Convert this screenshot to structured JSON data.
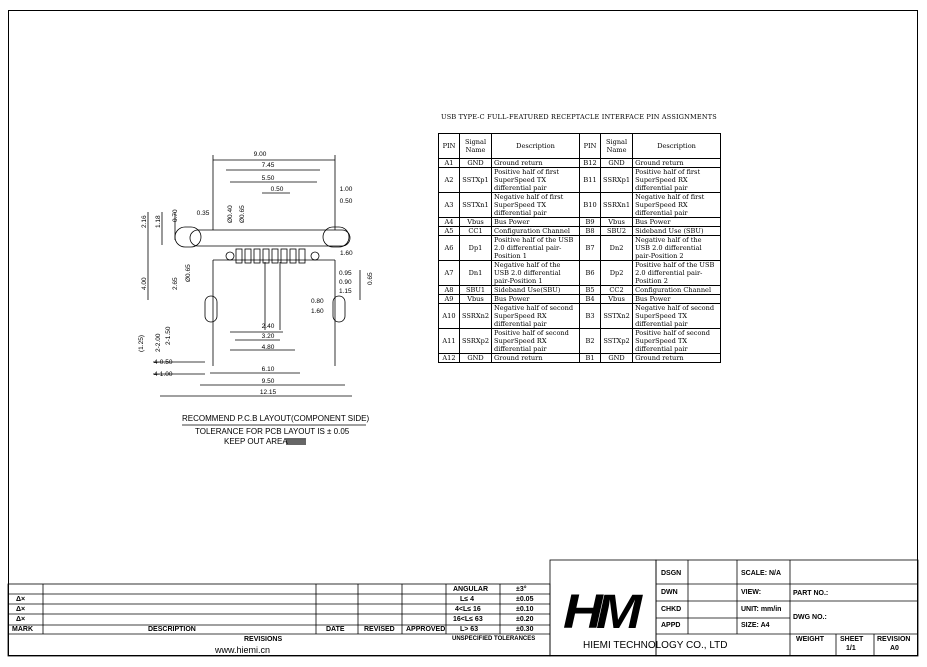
{
  "pin_table": {
    "title": "USB TYPE-C FULL-FEATURED RECEPTACLE INTERFACE PIN ASSIGNMENTS",
    "headers": [
      "PIN",
      "Signal Name",
      "Description",
      "PIN",
      "Signal Name",
      "Description"
    ],
    "rows": [
      {
        "pin_a": "A1",
        "sig_a": "GND",
        "desc_a": "Ground return",
        "pin_b": "B12",
        "sig_b": "GND",
        "desc_b": "Ground return"
      },
      {
        "pin_a": "A2",
        "sig_a": "SSTXp1",
        "desc_a": "Positive half of first SuperSpeed TX differential pair",
        "pin_b": "B11",
        "sig_b": "SSRXp1",
        "desc_b": "Positive half of first SuperSpeed RX differential pair"
      },
      {
        "pin_a": "A3",
        "sig_a": "SSTXn1",
        "desc_a": "Negative half of first SuperSpeed TX differential pair",
        "pin_b": "B10",
        "sig_b": "SSRXn1",
        "desc_b": "Negative half of first SuperSpeed RX differential pair"
      },
      {
        "pin_a": "A4",
        "sig_a": "Vbus",
        "desc_a": "Bus Power",
        "pin_b": "B9",
        "sig_b": "Vbus",
        "desc_b": "Bus Power"
      },
      {
        "pin_a": "A5",
        "sig_a": "CC1",
        "desc_a": "Configuration Channel",
        "pin_b": "B8",
        "sig_b": "SBU2",
        "desc_b": "Sideband Use (SBU)"
      },
      {
        "pin_a": "A6",
        "sig_a": "Dp1",
        "desc_a": "Positive half of the USB 2.0 differential pair-Position 1",
        "pin_b": "B7",
        "sig_b": "Dn2",
        "desc_b": "Negative half of the USB 2.0 differential pair-Position 2"
      },
      {
        "pin_a": "A7",
        "sig_a": "Dn1",
        "desc_a": "Negative half of the USB 2.0 differential pair-Position 1",
        "pin_b": "B6",
        "sig_b": "Dp2",
        "desc_b": "Positive half of the USB 2.0 differential pair-Position 2"
      },
      {
        "pin_a": "A8",
        "sig_a": "SBU1",
        "desc_a": "Sideband Use(SBU)",
        "pin_b": "B5",
        "sig_b": "CC2",
        "desc_b": "Configuration Channel"
      },
      {
        "pin_a": "A9",
        "sig_a": "Vbus",
        "desc_a": "Bus Power",
        "pin_b": "B4",
        "sig_b": "Vbus",
        "desc_b": "Bus Power"
      },
      {
        "pin_a": "A10",
        "sig_a": "SSRXn2",
        "desc_a": "Negative half of second SuperSpeed RX differential pair",
        "pin_b": "B3",
        "sig_b": "SSTXn2",
        "desc_b": "Negative half of second SuperSpeed TX differential pair"
      },
      {
        "pin_a": "A11",
        "sig_a": "SSRXp2",
        "desc_a": "Positive half of second SuperSpeed RX differential pair",
        "pin_b": "B2",
        "sig_b": "SSTXp2",
        "desc_b": "Positive half of second SuperSpeed TX differential pair"
      },
      {
        "pin_a": "A12",
        "sig_a": "GND",
        "desc_a": "Ground return",
        "pin_b": "B1",
        "sig_b": "GND",
        "desc_b": "Ground return"
      }
    ]
  },
  "dimensions": {
    "top": [
      "9.00",
      "7.45",
      "5.50",
      "0.50",
      "1.00",
      "0.50",
      "0.35",
      "Ø0.40",
      "Ø0.65"
    ],
    "left": [
      "2.16",
      "1.18",
      "0.70",
      "4.00",
      "Ø0.65",
      "2.65",
      "(1.25)",
      "2-2.00",
      "2-1.50",
      "4-0.50",
      "4-1.00"
    ],
    "right": [
      "1.60",
      "0.95",
      "0.90",
      "1.15",
      "0.80",
      "1.60",
      "0.65"
    ],
    "bottom": [
      "2.40",
      "3.20",
      "4.80",
      "6.10",
      "9.50",
      "12.15"
    ]
  },
  "notes": {
    "layout_title": "RECOMMEND P.C.B LAYOUT(COMPONENT SIDE)",
    "tolerance": "TOLERANCE FOR PCB LAYOUT IS ± 0.05",
    "keepout": "KEEP OUT AREA"
  },
  "title_block": {
    "revision_marks": [
      "Δ×",
      "Δ×",
      "Δ×",
      "MARK"
    ],
    "revision_headers": [
      "DESCRIPTION",
      "DATE",
      "REVISED",
      "APPROVED"
    ],
    "revisions_label": "REVISIONS",
    "website": "www.hiemi.cn",
    "tolerance_rows": [
      [
        "ANGULAR",
        "±3°"
      ],
      [
        "L≤ 4",
        "±0.05"
      ],
      [
        "4<L≤ 16",
        "±0.10"
      ],
      [
        "16<L≤ 63",
        "±0.20"
      ],
      [
        "L> 63",
        "±0.30"
      ]
    ],
    "tolerance_label": "UNSPECIFIED TOLERANCES",
    "logo": "HM",
    "company": "HIEMI TECHNOLOGY CO., LTD",
    "sign_rows": [
      "DSGN",
      "DWN",
      "CHKD",
      "APPD"
    ],
    "scale": "SCALE: N/A",
    "view": "VIEW:",
    "unit": "UNIT: mm/in",
    "size": "SIZE: A4",
    "part_no": "PART NO.:",
    "dwg_no": "DWG NO.:",
    "weight": "WEIGHT",
    "sheet": "SHEET",
    "sheet_val": "1/1",
    "revision": "REVISION",
    "revision_val": "A0"
  }
}
